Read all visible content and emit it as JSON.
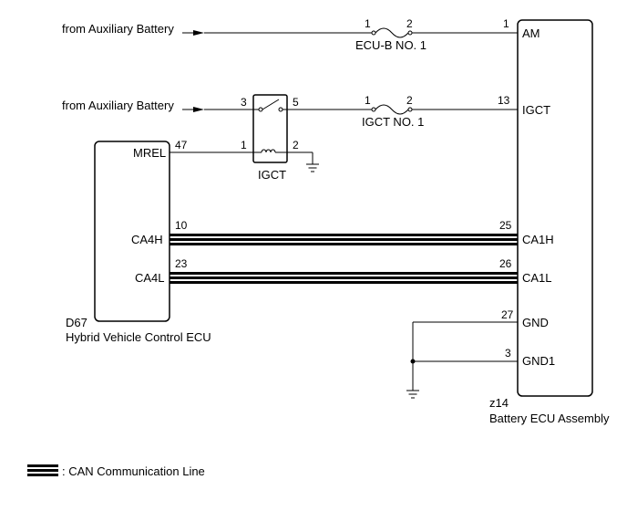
{
  "sources": {
    "top": "from Auxiliary Battery",
    "mid": "from Auxiliary Battery"
  },
  "fuses": {
    "ecub": {
      "name": "ECU-B NO. 1",
      "pin_in": "1",
      "pin_out": "2"
    },
    "igct": {
      "name": "IGCT NO. 1",
      "pin_in": "1",
      "pin_out": "2"
    }
  },
  "relay": {
    "name": "IGCT",
    "pin_switch_in": "3",
    "pin_switch_out": "5",
    "pin_coil_in": "1",
    "pin_coil_out": "2"
  },
  "hv_ecu": {
    "code": "D67",
    "name": "Hybrid Vehicle Control ECU",
    "terminals": {
      "mrel": {
        "label": "MREL",
        "pin": "47"
      },
      "ca4h": {
        "label": "CA4H",
        "pin": "10"
      },
      "ca4l": {
        "label": "CA4L",
        "pin": "23"
      }
    }
  },
  "battery_ecu": {
    "code": "z14",
    "name": "Battery ECU Assembly",
    "terminals": {
      "am": {
        "label": "AM",
        "pin": "1"
      },
      "igct": {
        "label": "IGCT",
        "pin": "13"
      },
      "ca1h": {
        "label": "CA1H",
        "pin": "25"
      },
      "ca1l": {
        "label": "CA1L",
        "pin": "26"
      },
      "gnd": {
        "label": "GND",
        "pin": "27"
      },
      "gnd1": {
        "label": "GND1",
        "pin": "3"
      }
    }
  },
  "legend": {
    "label": ": CAN Communication Line"
  }
}
